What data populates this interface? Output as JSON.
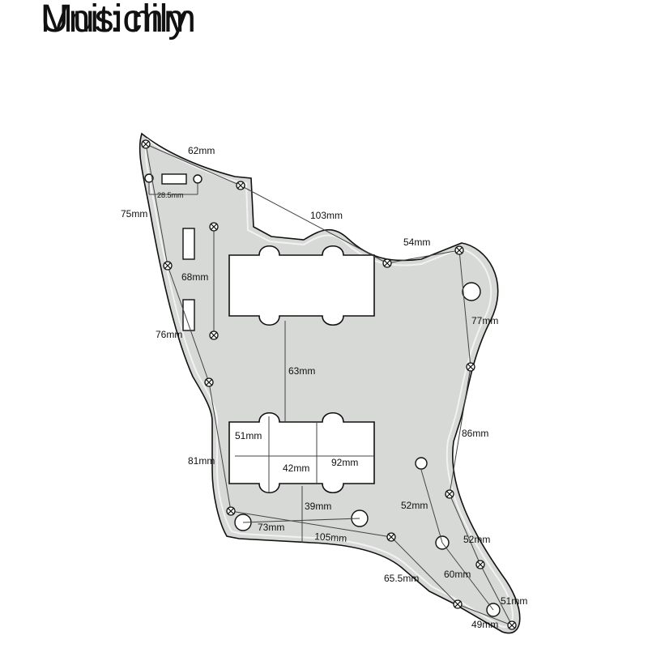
{
  "header": {
    "brand": "Musiclily",
    "unit": "Unit: mm"
  },
  "colors": {
    "guard_fill": "#d7d9d7",
    "outline": "#111111",
    "bevel": "#f2f2f2",
    "measure_line": "#444444"
  },
  "measurements": [
    "62mm",
    "75mm",
    "28.5mm",
    "103mm",
    "54mm",
    "68mm",
    "76mm",
    "77mm",
    "63mm",
    "86mm",
    "51mm",
    "42mm",
    "92mm",
    "81mm",
    "52mm",
    "39mm",
    "73mm",
    "105mm",
    "52mm",
    "65.5mm",
    "60mm",
    "51mm",
    "49mm"
  ]
}
